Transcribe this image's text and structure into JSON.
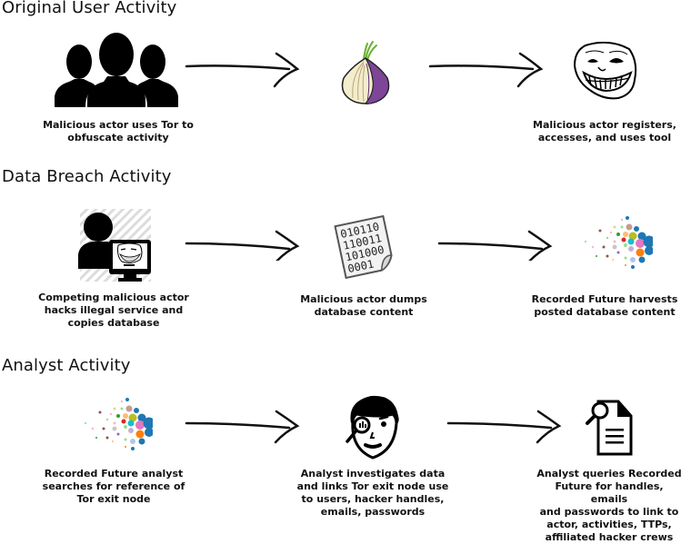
{
  "sections": [
    {
      "title": "Original User Activity",
      "steps": [
        {
          "icon": "users-group-icon",
          "caption": [
            "Malicious actor uses Tor to",
            "obfuscate activity"
          ]
        },
        {
          "icon": "tor-onion-icon",
          "caption": []
        },
        {
          "icon": "troll-face-icon",
          "caption": [
            "Malicious actor registers,",
            "accesses, and uses tool"
          ]
        }
      ]
    },
    {
      "title": "Data Breach Activity",
      "steps": [
        {
          "icon": "hacker-computer-icon",
          "caption": [
            "Competing malicious actor",
            "hacks illegal service and",
            "copies database"
          ]
        },
        {
          "icon": "binary-document-icon",
          "caption": [
            "Malicious actor dumps",
            "database content"
          ],
          "binary_lines": [
            "010110",
            "110011",
            "101000",
            "0001"
          ]
        },
        {
          "icon": "recorded-future-dots-icon",
          "caption": [
            "Recorded Future harvests",
            "posted database content"
          ]
        }
      ]
    },
    {
      "title": "Analyst Activity",
      "steps": [
        {
          "icon": "recorded-future-dots-icon",
          "caption": [
            "Recorded Future analyst",
            "searches for reference of",
            "Tor exit node"
          ]
        },
        {
          "icon": "analyst-magnifier-face-icon",
          "caption": [
            "Analyst investigates data",
            "and links Tor exit node use",
            "to users, hacker handles,",
            "emails, passwords"
          ]
        },
        {
          "icon": "document-search-icon",
          "caption": [
            "Analyst queries Recorded",
            "Future for handles, emails",
            "and passwords to link to",
            "actor, activities, TTPs,",
            "affiliated hacker crews"
          ]
        }
      ]
    }
  ],
  "colors": {
    "tor_purple": "#7d4698",
    "tor_cream": "#f3eccd",
    "tor_green": "#68b030",
    "dots": [
      "#1f77b4",
      "#e377c2",
      "#bcbd22",
      "#17becf",
      "#ff7f0e",
      "#d62728",
      "#2ca02c",
      "#9467bd",
      "#8c564b",
      "#c5b0d5",
      "#aec7e8",
      "#c7c7c7",
      "#f7b6d2",
      "#ffbb78",
      "#98df8a",
      "#dbdb8d",
      "#9edae5",
      "#c49c94"
    ]
  }
}
